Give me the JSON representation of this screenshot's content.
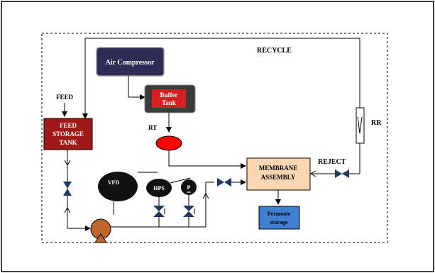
{
  "labels": {
    "recycle": "RECYCLE",
    "feed": "FEED",
    "air_compressor": "Air Compressor",
    "buffer_tank_line1": "Buffer",
    "buffer_tank_line2": "Tank",
    "rt": "RT",
    "feed_tank_line1": "FEED",
    "feed_tank_line2": "STORAGE",
    "feed_tank_line3": "TANK",
    "vfd": "VFD",
    "hps": "HPS",
    "p": "P",
    "membrane_line1": "MEMBRANE",
    "membrane_line2": "ASSEMBLY",
    "reject": "REJECT",
    "rr": "RR",
    "permeate_line1": "Permeate",
    "permeate_line2": "storage"
  },
  "colors": {
    "air_compressor_fill": "#2e2b55",
    "buffer_outer_fill": "#3b3b3b",
    "buffer_inner_fill": "#d42020",
    "feed_tank_fill": "#a01818",
    "rt_fill": "#ff0000",
    "membrane_fill": "#fad7b0",
    "permeate_fill": "#3f7ed0",
    "valve_fill": "#1f3864",
    "pump_fill": "#c0662c",
    "instrument_fill": "#111111"
  }
}
